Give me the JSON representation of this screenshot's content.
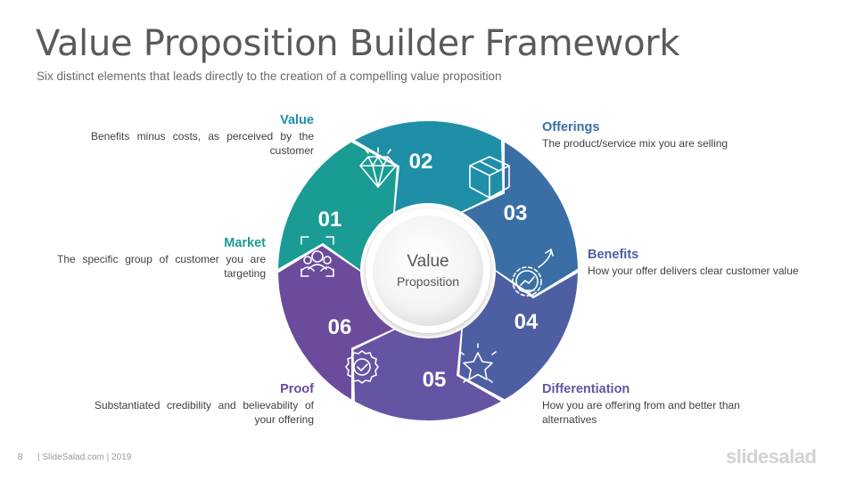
{
  "title": "Value Proposition Builder Framework",
  "subtitle": "Six distinct elements that leads directly to the creation of a compelling value proposition",
  "center": {
    "line1": "Value",
    "line2": "Proposition"
  },
  "segments": [
    {
      "number": "01",
      "heading": "Market",
      "description": "The specific group of customer you are targeting",
      "color": "#1a9c95",
      "icon": "target-group-icon"
    },
    {
      "number": "02",
      "heading": "Value",
      "description": "Benefits minus costs, as perceived by the customer",
      "color": "#1f8fa8",
      "icon": "diamond-icon"
    },
    {
      "number": "03",
      "heading": "Offerings",
      "description": "The product/service  mix you are selling",
      "color": "#3a6fa6",
      "icon": "box-icon"
    },
    {
      "number": "04",
      "heading": "Benefits",
      "description": "How your offer delivers clear customer value",
      "color": "#4e5ea3",
      "icon": "growth-gear-icon"
    },
    {
      "number": "05",
      "heading": "Differentiation",
      "description": "How you are offering  from and better than alternatives",
      "color": "#6554a3",
      "icon": "star-icon"
    },
    {
      "number": "06",
      "heading": "Proof",
      "description": "Substantiated credibility and believability of your offering",
      "color": "#6a4b9c",
      "icon": "badge-check-icon"
    }
  ],
  "footer": {
    "page": "8",
    "text": "| SlideSalad.com | 2019",
    "logo": "slidesalad"
  }
}
